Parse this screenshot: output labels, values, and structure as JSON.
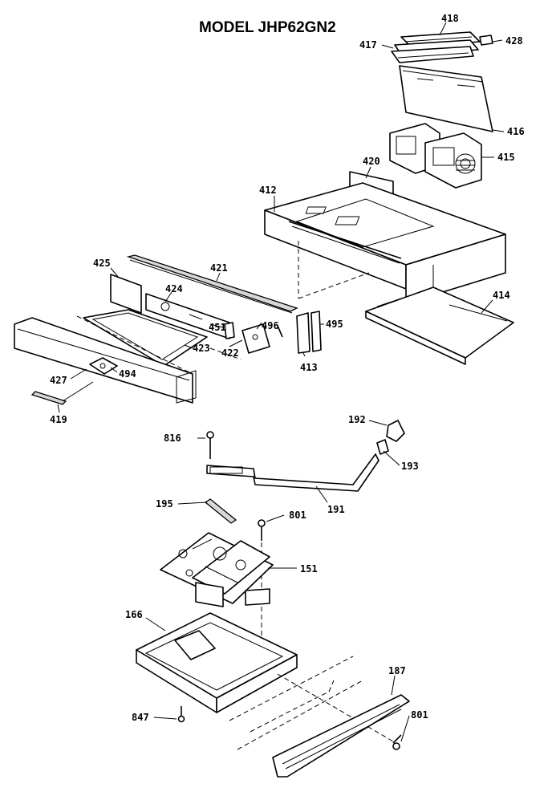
{
  "title": "MODEL JHP62GN2",
  "labels": {
    "p418": "418",
    "p417": "417",
    "p428": "428",
    "p416": "416",
    "p415": "415",
    "p420": "420",
    "p412": "412",
    "p425": "425",
    "p421": "421",
    "p424": "424",
    "p451": "451",
    "p496": "496",
    "p495": "495",
    "p422": "422",
    "p423": "423",
    "p413": "413",
    "p414": "414",
    "p427": "427",
    "p494": "494",
    "p419": "419",
    "p816": "816",
    "p192": "192",
    "p193": "193",
    "p191": "191",
    "p195": "195",
    "p801a": "801",
    "p151": "151",
    "p166": "166",
    "p187": "187",
    "p847": "847",
    "p801b": "801"
  }
}
